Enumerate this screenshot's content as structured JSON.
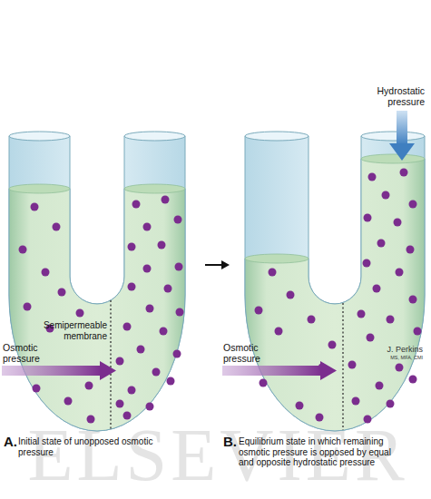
{
  "diagram": {
    "labels": [
      "Semipermeable membrane",
      "Osmotic pressure",
      "Osmotic pressure",
      "Hydrostatic pressure",
      "J. Perkins",
      "MS, MFA, CMI",
      "A.",
      "Initial state of unopposed osmotic pressure",
      "B.",
      "Equilibrium state in which remaining osmotic pressure is opposed by equal and opposite hydrostatic pressure",
      "ELSEVIER"
    ]
  }
}
